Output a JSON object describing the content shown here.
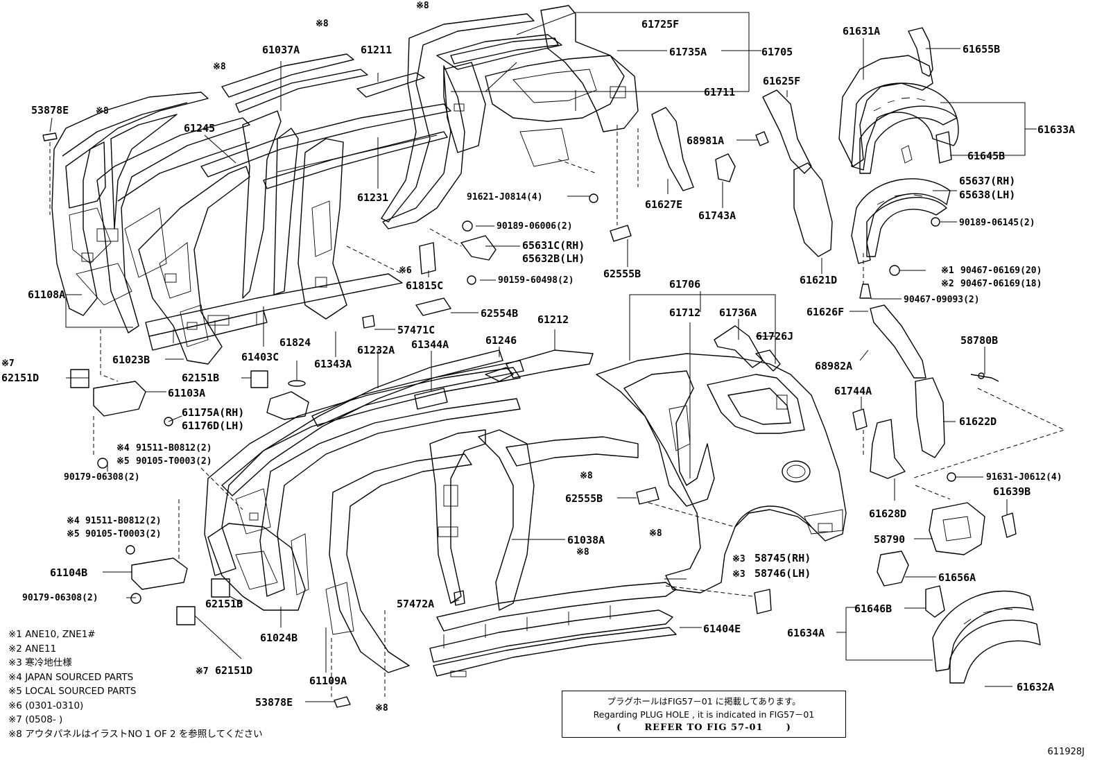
{
  "labels": [
    {
      "id": "p-61037a",
      "text": "61037A"
    },
    {
      "id": "p-61211",
      "text": "61211"
    },
    {
      "id": "p-61725f",
      "text": "61725F"
    },
    {
      "id": "p-61735a",
      "text": "61735A"
    },
    {
      "id": "p-61705",
      "text": "61705"
    },
    {
      "id": "p-61711",
      "text": "61711"
    },
    {
      "id": "p-53878e-top",
      "text": "53878E"
    },
    {
      "id": "p-61245",
      "text": "61245"
    },
    {
      "id": "p-61231",
      "text": "61231"
    },
    {
      "id": "p-91621",
      "text": "91621-J0814(4)"
    },
    {
      "id": "p-90189-06006",
      "text": "90189-06006(2)"
    },
    {
      "id": "p-65631c",
      "text": "65631C(RH)"
    },
    {
      "id": "p-65632b",
      "text": "65632B(LH)"
    },
    {
      "id": "p-62555b-top",
      "text": "62555B"
    },
    {
      "id": "p-61815c",
      "text": "61815C"
    },
    {
      "id": "p-90159",
      "text": "90159-60498(2)"
    },
    {
      "id": "p-61108a",
      "text": "61108A"
    },
    {
      "id": "p-62554b",
      "text": "62554B"
    },
    {
      "id": "p-57471c",
      "text": "57471C"
    },
    {
      "id": "p-61023b",
      "text": "61023B"
    },
    {
      "id": "p-61403c",
      "text": "61403C"
    },
    {
      "id": "p-61824",
      "text": "61824"
    },
    {
      "id": "p-61343a",
      "text": "61343A"
    },
    {
      "id": "p-61232a",
      "text": "61232A"
    },
    {
      "id": "p-61344a",
      "text": "61344A"
    },
    {
      "id": "p-61246",
      "text": "61246"
    },
    {
      "id": "p-61212",
      "text": "61212"
    },
    {
      "id": "p-62151d-left",
      "text": "62151D"
    },
    {
      "id": "p-62151b-mid",
      "text": "62151B"
    },
    {
      "id": "p-61103a",
      "text": "61103A"
    },
    {
      "id": "p-61175a",
      "text": "61175A(RH)"
    },
    {
      "id": "p-61176d",
      "text": "61176D(LH)"
    },
    {
      "id": "p-91511-a",
      "text": "91511-B0812(2)"
    },
    {
      "id": "p-90105-a",
      "text": "90105-T0003(2)"
    },
    {
      "id": "p-90179-a",
      "text": "90179-06308(2)"
    },
    {
      "id": "p-91511-b",
      "text": "91511-B0812(2)"
    },
    {
      "id": "p-90105-b",
      "text": "90105-T0003(2)"
    },
    {
      "id": "p-61104b",
      "text": "61104B"
    },
    {
      "id": "p-90179-b",
      "text": "90179-06308(2)"
    },
    {
      "id": "p-62151b-low",
      "text": "62151B"
    },
    {
      "id": "p-61024b",
      "text": "61024B"
    },
    {
      "id": "p-62151d-low",
      "text": "62151D"
    },
    {
      "id": "p-61109a",
      "text": "61109A"
    },
    {
      "id": "p-53878e-low",
      "text": "53878E"
    },
    {
      "id": "p-57472a",
      "text": "57472A"
    },
    {
      "id": "p-61038a",
      "text": "61038A"
    },
    {
      "id": "p-62555b-low",
      "text": "62555B"
    },
    {
      "id": "p-61706",
      "text": "61706"
    },
    {
      "id": "p-61712",
      "text": "61712"
    },
    {
      "id": "p-61736a",
      "text": "61736A"
    },
    {
      "id": "p-61726j",
      "text": "61726J"
    },
    {
      "id": "p-58745",
      "text": "58745(RH)"
    },
    {
      "id": "p-58746",
      "text": "58746(LH)"
    },
    {
      "id": "p-61404e",
      "text": "61404E"
    },
    {
      "id": "p-61631a",
      "text": "61631A"
    },
    {
      "id": "p-61655b",
      "text": "61655B"
    },
    {
      "id": "p-61625f",
      "text": "61625F"
    },
    {
      "id": "p-61633a",
      "text": "61633A"
    },
    {
      "id": "p-68981a",
      "text": "68981A"
    },
    {
      "id": "p-61645b",
      "text": "61645B"
    },
    {
      "id": "p-61627e",
      "text": "61627E"
    },
    {
      "id": "p-61743a",
      "text": "61743A"
    },
    {
      "id": "p-65637",
      "text": "65637(RH)"
    },
    {
      "id": "p-65638",
      "text": "65638(LH)"
    },
    {
      "id": "p-90189-06145",
      "text": "90189-06145(2)"
    },
    {
      "id": "p-61621d",
      "text": "61621D"
    },
    {
      "id": "p-90467-20",
      "text": "90467-06169(20)"
    },
    {
      "id": "p-90467-18",
      "text": "90467-06169(18)"
    },
    {
      "id": "p-90467-09093",
      "text": "90467-09093(2)"
    },
    {
      "id": "p-61626f",
      "text": "61626F"
    },
    {
      "id": "p-68982a",
      "text": "68982A"
    },
    {
      "id": "p-58780b",
      "text": "58780B"
    },
    {
      "id": "p-61744a",
      "text": "61744A"
    },
    {
      "id": "p-61622d",
      "text": "61622D"
    },
    {
      "id": "p-91631",
      "text": "91631-J0612(4)"
    },
    {
      "id": "p-61628d",
      "text": "61628D"
    },
    {
      "id": "p-61639b",
      "text": "61639B"
    },
    {
      "id": "p-58790",
      "text": "58790"
    },
    {
      "id": "p-61656a",
      "text": "61656A"
    },
    {
      "id": "p-61646b",
      "text": "61646B"
    },
    {
      "id": "p-61634a",
      "text": "61634A"
    },
    {
      "id": "p-61632a",
      "text": "61632A"
    }
  ],
  "marks": [
    {
      "id": "m-8-a",
      "text": "※8"
    },
    {
      "id": "m-8-b",
      "text": "※8"
    },
    {
      "id": "m-8-c",
      "text": "※8"
    },
    {
      "id": "m-8-d",
      "text": "※8"
    },
    {
      "id": "m-8-e",
      "text": "※8"
    },
    {
      "id": "m-8-f",
      "text": "※8"
    },
    {
      "id": "m-8-g",
      "text": "※8"
    },
    {
      "id": "m-8-h",
      "text": "※8"
    },
    {
      "id": "m-6",
      "text": "※6"
    },
    {
      "id": "m-7-a",
      "text": "※7"
    },
    {
      "id": "m-7-b",
      "text": "※7"
    },
    {
      "id": "m-4-a",
      "text": "※4"
    },
    {
      "id": "m-5-a",
      "text": "※5"
    },
    {
      "id": "m-4-b",
      "text": "※4"
    },
    {
      "id": "m-5-b",
      "text": "※5"
    },
    {
      "id": "m-3-a",
      "text": "※3"
    },
    {
      "id": "m-3-b",
      "text": "※3"
    },
    {
      "id": "m-1",
      "text": "※1"
    },
    {
      "id": "m-2",
      "text": "※2"
    }
  ],
  "notes": [
    "※1 ANE10, ZNE1#",
    "※2 ANE11",
    "※3 寒冷地仕様",
    "※4 JAPAN SOURCED PARTS",
    "※5 LOCAL SOURCED PARTS",
    "※6 (0301-0310)",
    "※7 (0508-        )",
    "※8 アウタパネルはイラストNO 1 OF 2 を参照してください"
  ],
  "reference_box": {
    "line1": "プラグホールはFIG57－01 に掲載してあります。",
    "line2": "Regarding PLUG HOLE , it is indicated in FIG57－01",
    "line3_open": "(",
    "line3": "REFER TO FIG 57-01",
    "line3_close": ")"
  },
  "figure_id": "611928J"
}
